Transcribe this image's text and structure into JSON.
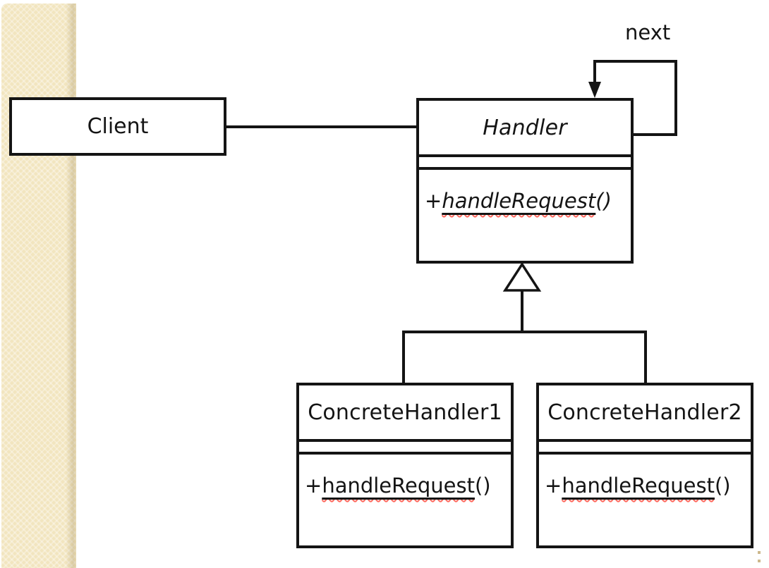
{
  "labels": {
    "next": "next"
  },
  "classes": {
    "client": {
      "name": "Client"
    },
    "handler": {
      "name": "Handler",
      "method": {
        "prefix": "+",
        "name": "handleRequest",
        "suffix": "()"
      }
    },
    "concrete1": {
      "name": "ConcreteHandler1",
      "method": {
        "prefix": "+",
        "name": "handleRequest",
        "suffix": "()"
      }
    },
    "concrete2": {
      "name": "ConcreteHandler2",
      "method": {
        "prefix": "+",
        "name": "handleRequest",
        "suffix": "()"
      }
    }
  },
  "colors": {
    "stripe": "#f2e5bf",
    "line": "#141414",
    "squiggle": "#ff6a5f",
    "background": "#ffffff"
  }
}
